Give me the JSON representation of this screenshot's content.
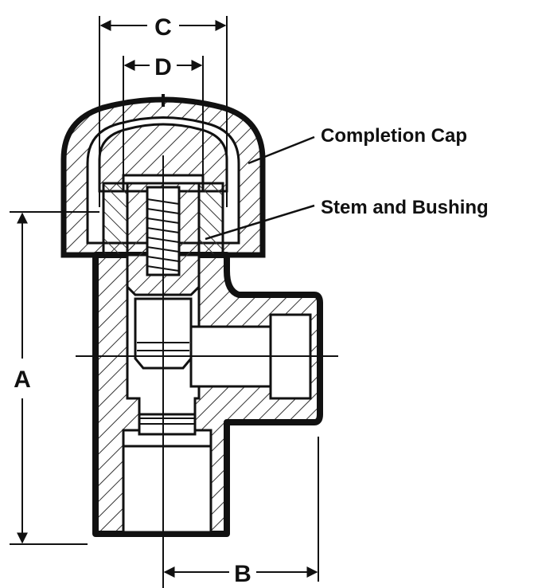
{
  "dimensions": {
    "a": "A",
    "b": "B",
    "c": "C",
    "d": "D"
  },
  "callouts": {
    "completion_cap": "Completion Cap",
    "stem_and_bushing": "Stem and Bushing"
  },
  "colors": {
    "ink": "#111111",
    "hatch": "#333333",
    "background": "#ffffff"
  }
}
